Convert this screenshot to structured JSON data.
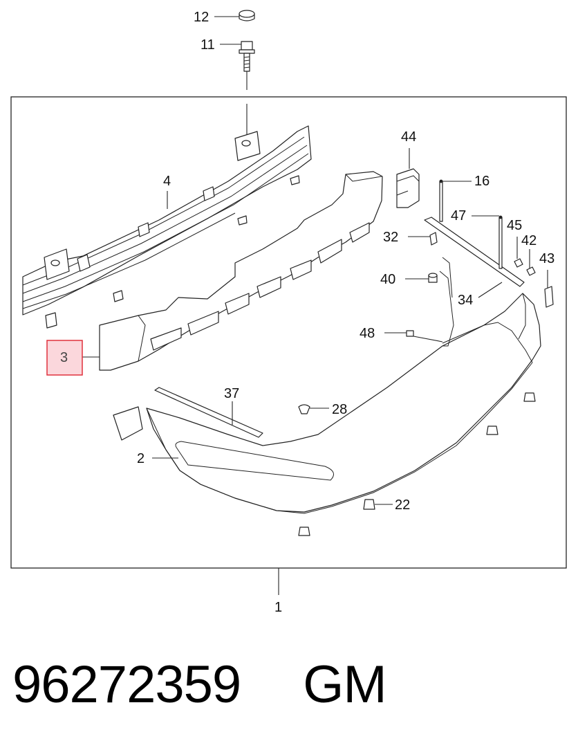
{
  "callouts": {
    "c1": "1",
    "c2": "2",
    "c3": "3",
    "c4": "4",
    "c11": "11",
    "c12": "12",
    "c16": "16",
    "c22": "22",
    "c28": "28",
    "c32": "32",
    "c34": "34",
    "c37": "37",
    "c40": "40",
    "c42": "42",
    "c43": "43",
    "c44": "44",
    "c45": "45",
    "c47": "47",
    "c48": "48"
  },
  "highlight": {
    "part": "3",
    "fill": "#fbd7dc",
    "stroke": "#e0303c"
  },
  "footer": {
    "part_number": "96272359",
    "brand": "GM"
  }
}
